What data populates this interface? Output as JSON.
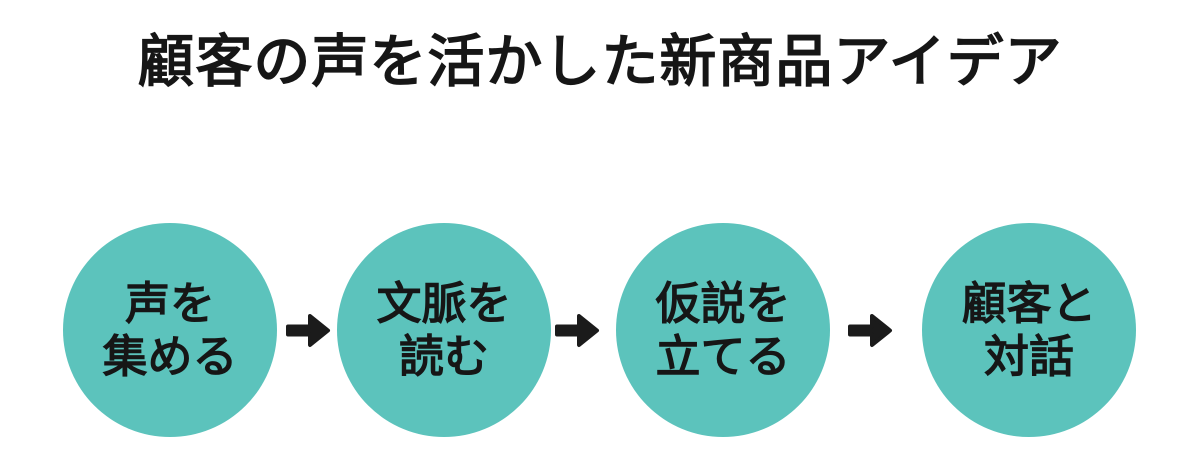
{
  "title": "顧客の声を活かした新商品アイデア",
  "colors": {
    "circle": "#5CC3BC",
    "text": "#161616",
    "background": "#FFFFFF",
    "arrow": "#1B1B1B"
  },
  "steps": [
    {
      "line1": "声を",
      "line2": "集める"
    },
    {
      "line1": "文脈を",
      "line2": "読む"
    },
    {
      "line1": "仮説を",
      "line2": "立てる"
    },
    {
      "line1": "顧客と",
      "line2": "対話"
    }
  ],
  "icons": {
    "flow_arrow": "→"
  }
}
